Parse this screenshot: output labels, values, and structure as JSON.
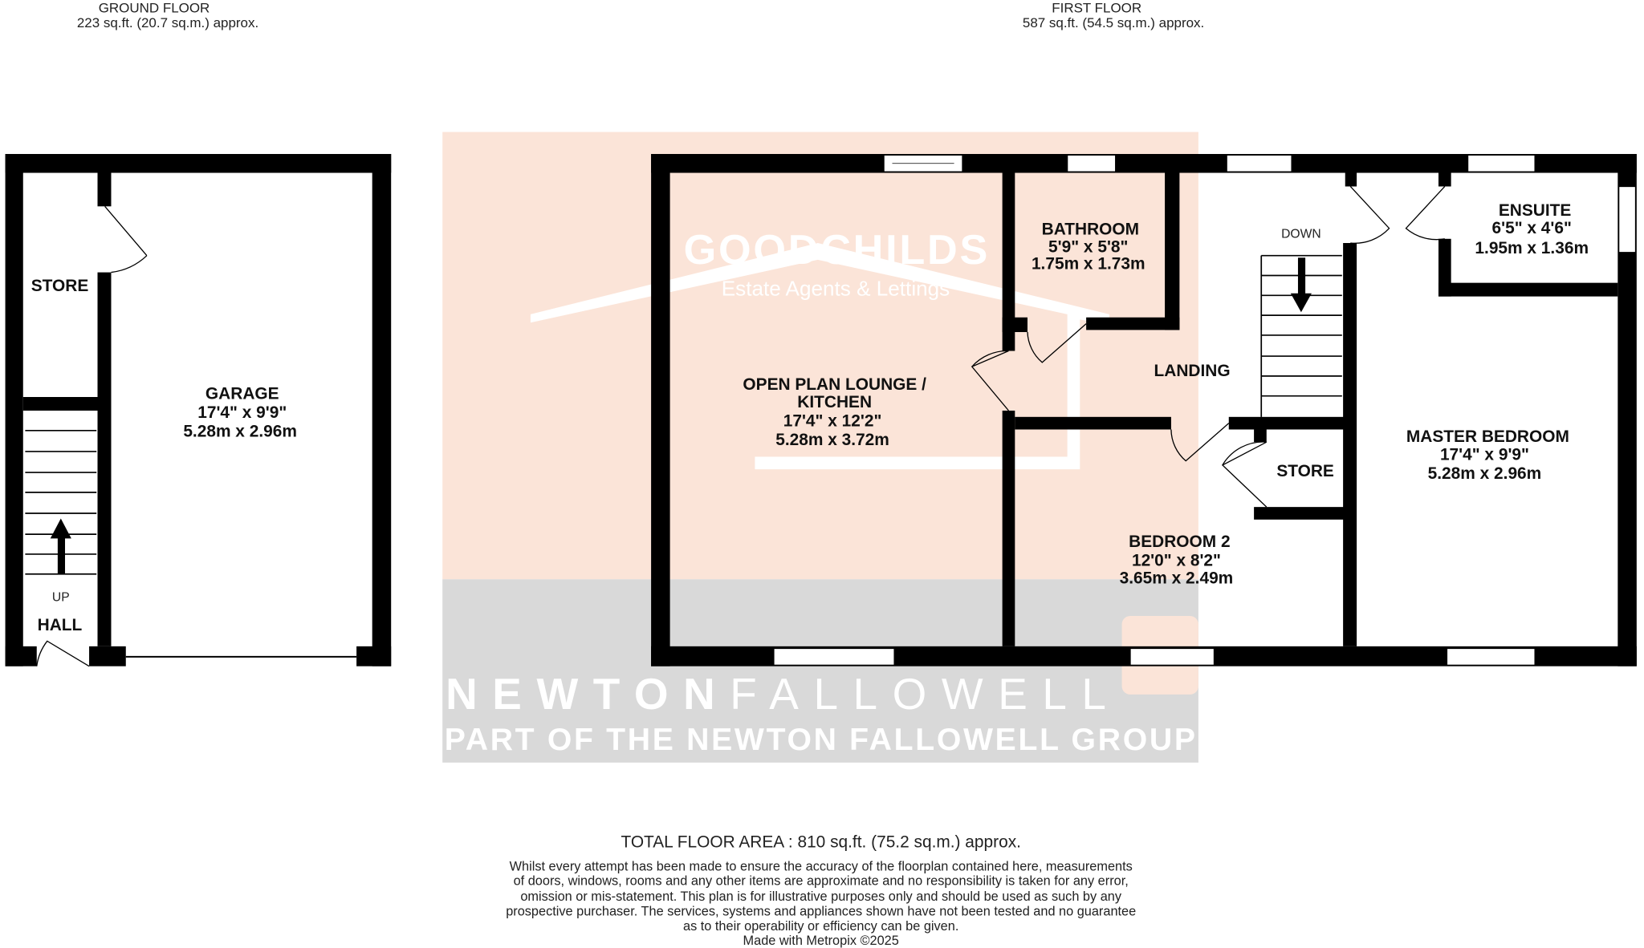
{
  "ground_floor": {
    "title": "GROUND FLOOR",
    "area": "223 sq.ft. (20.7 sq.m.) approx."
  },
  "first_floor": {
    "title": "FIRST FLOOR",
    "area": "587 sq.ft. (54.5 sq.m.) approx."
  },
  "rooms": {
    "store_ground": {
      "name": "STORE"
    },
    "garage": {
      "name": "GARAGE",
      "imperial": "17'4\"  x 9'9\"",
      "metric": "5.28m  x 2.96m"
    },
    "hall": {
      "name": "HALL",
      "stairs": "UP"
    },
    "lounge": {
      "name1": "OPEN PLAN LOUNGE /",
      "name2": "KITCHEN",
      "imperial": "17'4\"  x 12'2\"",
      "metric": "5.28m  x 3.72m"
    },
    "bathroom": {
      "name": "BATHROOM",
      "imperial": "5'9\"  x 5'8\"",
      "metric": "1.75m  x 1.73m"
    },
    "landing": {
      "name": "LANDING",
      "stairs": "DOWN"
    },
    "store_first": {
      "name": "STORE"
    },
    "bedroom2": {
      "name": "BEDROOM 2",
      "imperial": "12'0\"  x 8'2\"",
      "metric": "3.65m  x 2.49m"
    },
    "ensuite": {
      "name": "ENSUITE",
      "imperial": "6'5\"  x 4'6\"",
      "metric": "1.95m  x 1.36m"
    },
    "master": {
      "name": "MASTER BEDROOM",
      "imperial": "17'4\"  x 9'9\"",
      "metric": "5.28m  x 2.96m"
    }
  },
  "watermark": {
    "brand": "GOODCHILDS",
    "tagline": "Estate Agents & Lettings",
    "brand2a": "NEWTON",
    "brand2b": "FALLOWELL",
    "group": "PART OF THE NEWTON FALLOWELL GROUP",
    "colors": {
      "peach": "#fbe4d8",
      "grey": "#d9d9d9"
    }
  },
  "footer": {
    "total": "TOTAL FLOOR AREA : 810 sq.ft. (75.2 sq.m.) approx.",
    "disclaimer": [
      "Whilst every attempt has been made to ensure the accuracy of the floorplan contained here, measurements",
      "of doors, windows, rooms and any other items are approximate and no responsibility is taken for any error,",
      "omission or mis-statement. This plan is for illustrative purposes only and should be used as such by any",
      "prospective purchaser. The services, systems and appliances shown have not been tested and no guarantee",
      "as to their operability or efficiency can be given."
    ],
    "credit": "Made with Metropix ©2025"
  }
}
